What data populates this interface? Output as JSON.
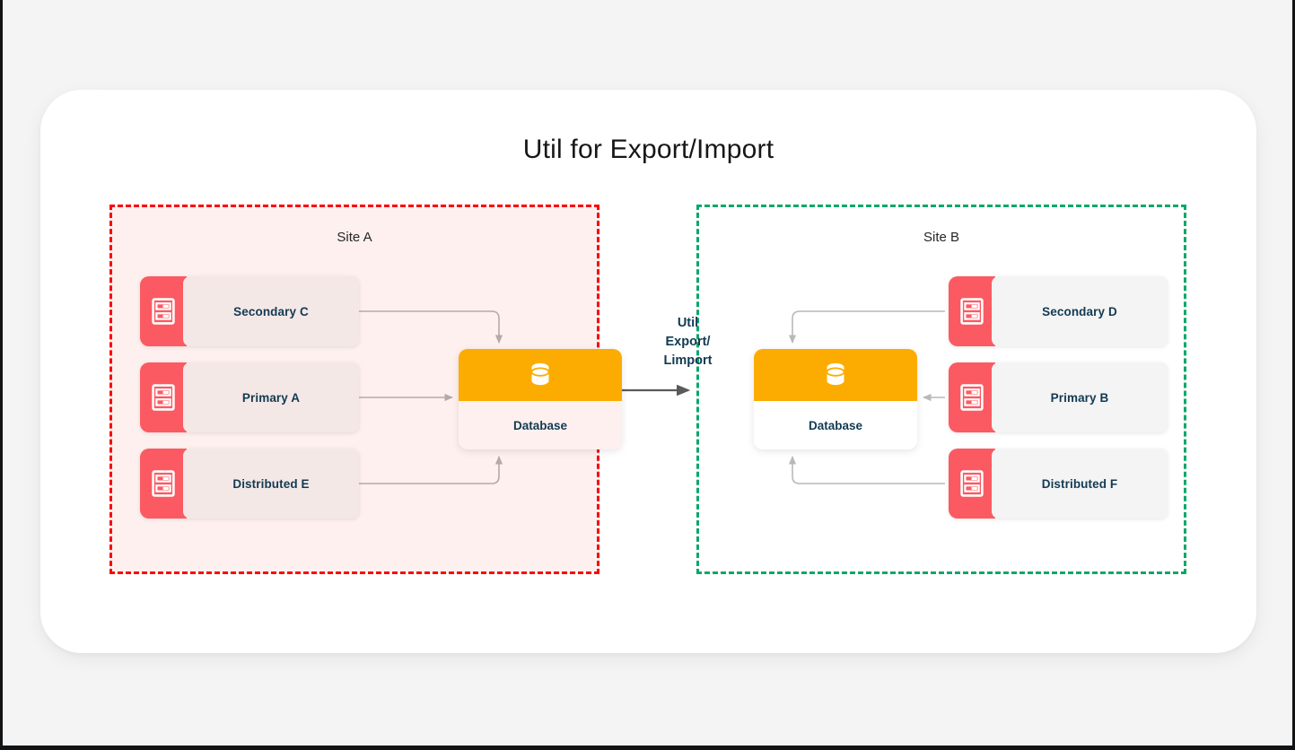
{
  "page": {
    "title": "Util for Export/Import",
    "background_color": "#f4f4f4",
    "card_color": "#ffffff"
  },
  "transfer": {
    "label_lines": [
      "Util",
      "Export/",
      "Limport"
    ],
    "line1": "Util",
    "line2": "Export/",
    "line3": "Limport",
    "arrow_direction": "left-to-right",
    "color": "#123a52"
  },
  "sites": [
    {
      "id": "site-a",
      "label": "Site A",
      "border_color": "#fb0007",
      "border_style": "dashed",
      "fill_color": "#fdf0ef",
      "nodes": [
        {
          "id": "secondary-c",
          "label": "Secondary C",
          "icon": "server-icon",
          "icon_color": "#fb5a62",
          "body_color": "#f4e8e7"
        },
        {
          "id": "primary-a",
          "label": "Primary A",
          "icon": "server-icon",
          "icon_color": "#fb5a62",
          "body_color": "#f4e8e7"
        },
        {
          "id": "distributed-e",
          "label": "Distributed E",
          "icon": "server-icon",
          "icon_color": "#fb5a62",
          "body_color": "#f4e8e7"
        }
      ],
      "database": {
        "id": "database-a",
        "label": "Database",
        "icon": "database-cylinder-icon",
        "header_color": "#fcac00",
        "body_color": "#fdf0ef"
      }
    },
    {
      "id": "site-b",
      "label": "Site B",
      "border_color": "#0aa86a",
      "border_style": "dashed",
      "fill_color": "#ffffff",
      "nodes": [
        {
          "id": "secondary-d",
          "label": "Secondary D",
          "icon": "server-icon",
          "icon_color": "#fb5a62",
          "body_color": "#f4f4f4"
        },
        {
          "id": "primary-b",
          "label": "Primary B",
          "icon": "server-icon",
          "icon_color": "#fb5a62",
          "body_color": "#f4f4f4"
        },
        {
          "id": "distributed-f",
          "label": "Distributed F",
          "icon": "server-icon",
          "icon_color": "#fb5a62",
          "body_color": "#f4f4f4"
        }
      ],
      "database": {
        "id": "database-b",
        "label": "Database",
        "icon": "database-cylinder-icon",
        "header_color": "#fcac00",
        "body_color": "#ffffff"
      }
    }
  ],
  "connectors": [
    {
      "from": "secondary-c",
      "to": "database-a",
      "enters": "top"
    },
    {
      "from": "primary-a",
      "to": "database-a",
      "enters": "left"
    },
    {
      "from": "distributed-e",
      "to": "database-a",
      "enters": "bottom"
    },
    {
      "from": "secondary-d",
      "to": "database-b",
      "enters": "top"
    },
    {
      "from": "primary-b",
      "to": "database-b",
      "enters": "right"
    },
    {
      "from": "distributed-f",
      "to": "database-b",
      "enters": "bottom"
    },
    {
      "from": "site-a",
      "to": "site-b",
      "enters": "left"
    }
  ]
}
